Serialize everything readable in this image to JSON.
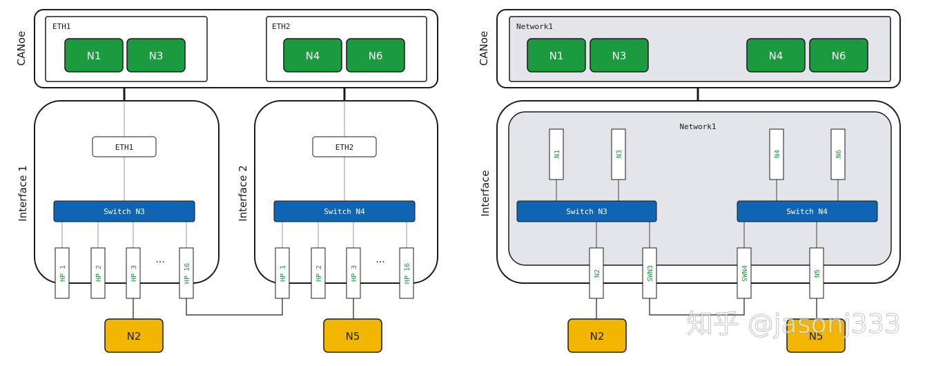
{
  "left": {
    "canoe_label": "CANoe",
    "eth1_label": "ETH1",
    "eth2_label": "ETH2",
    "canoe_nodes": [
      "N1",
      "N3",
      "N4",
      "N6"
    ],
    "interface1_label": "Interface 1",
    "interface2_label": "Interface 2",
    "iface1_eth": "ETH1",
    "iface2_eth": "ETH2",
    "switch1": "Switch N3",
    "switch2": "Switch N4",
    "ports1": [
      "HP 1",
      "HP 2",
      "HP 3",
      "HP 16"
    ],
    "ports2": [
      "HP 1",
      "HP 2",
      "HP 3",
      "HP 16"
    ],
    "ellipsis": "...",
    "ecu1": "N2",
    "ecu2": "N5"
  },
  "right": {
    "canoe_label": "CANoe",
    "network_top": "Network1",
    "canoe_nodes": [
      "N1",
      "N3",
      "N4",
      "N6"
    ],
    "interface_label": "Interface",
    "network_inner": "Network1",
    "sim_ports": [
      "N1",
      "N3",
      "N4",
      "N6"
    ],
    "switch1": "Switch N3",
    "switch2": "Switch N4",
    "lower_ports": [
      "N2",
      "SWN3",
      "SWN4",
      "N5"
    ],
    "ecu1": "N2",
    "ecu2": "N5"
  },
  "watermark": "知乎 @jasonj333",
  "colors": {
    "node_green": "#1c9a3f",
    "switch_blue": "#0f64b4",
    "ecu_orange": "#f2b600",
    "network_gray": "#e3e5ea",
    "port_text_green": "#1c9a3f"
  }
}
